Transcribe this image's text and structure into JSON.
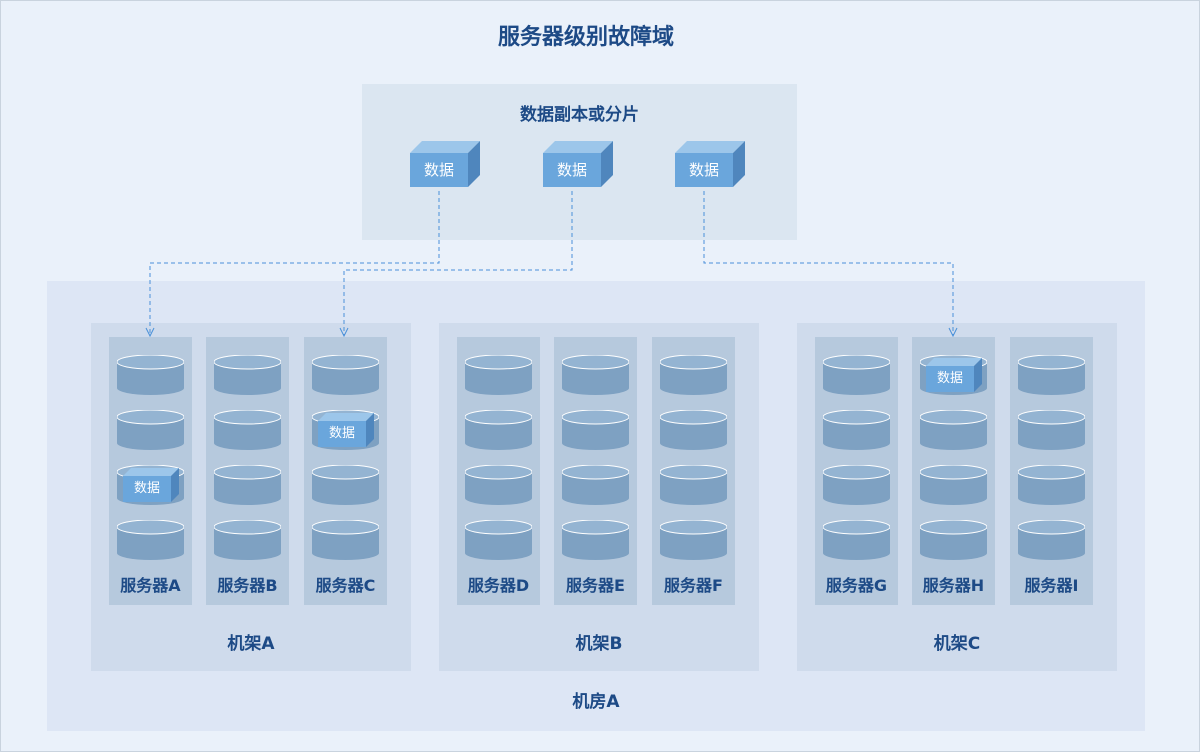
{
  "title": "服务器级别故障域",
  "replica_section": {
    "title": "数据副本或分片",
    "items": [
      {
        "label": "数据"
      },
      {
        "label": "数据"
      },
      {
        "label": "数据"
      }
    ]
  },
  "room": {
    "label": "机房A",
    "racks": [
      {
        "label": "机架A",
        "servers": [
          {
            "label": "服务器A",
            "data_slot": 3
          },
          {
            "label": "服务器B",
            "data_slot": 0
          },
          {
            "label": "服务器C",
            "data_slot": 2
          }
        ]
      },
      {
        "label": "机架B",
        "servers": [
          {
            "label": "服务器D",
            "data_slot": 0
          },
          {
            "label": "服务器E",
            "data_slot": 0
          },
          {
            "label": "服务器F",
            "data_slot": 0
          }
        ]
      },
      {
        "label": "机架C",
        "servers": [
          {
            "label": "服务器G",
            "data_slot": 0
          },
          {
            "label": "服务器H",
            "data_slot": 1
          },
          {
            "label": "服务器I",
            "data_slot": 0
          }
        ]
      }
    ]
  },
  "disk_data_label": "数据",
  "colors": {
    "heading": "#1d4a86",
    "cube_front": "#6aa6dc",
    "cube_top": "#9cc6ea",
    "cube_side": "#4f86bd",
    "disk_body": "#7ea1c2",
    "disk_top": "#94b4d2",
    "link": "#4a90d9"
  }
}
